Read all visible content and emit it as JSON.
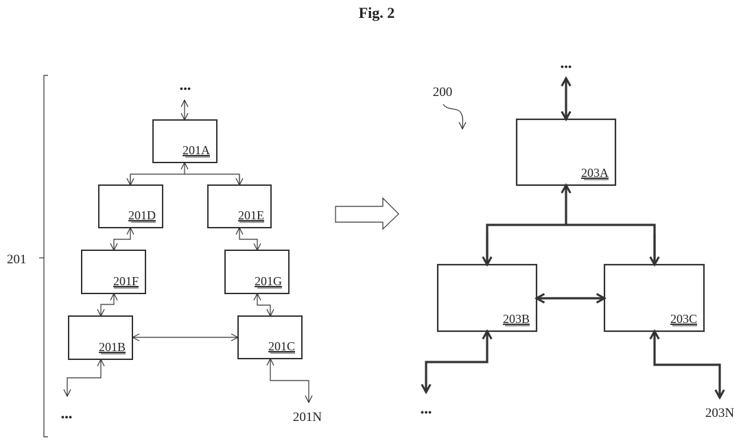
{
  "title": "Fig. 2",
  "left_group": {
    "bracket_label": "201",
    "top_ellipsis": "•••",
    "bottom_ellipsis": "•••",
    "end_label": "201N",
    "blocks": [
      {
        "id": "201A",
        "label": "201A"
      },
      {
        "id": "201D",
        "label": "201D"
      },
      {
        "id": "201E",
        "label": "201E"
      },
      {
        "id": "201F",
        "label": "201F"
      },
      {
        "id": "201G",
        "label": "201G"
      },
      {
        "id": "201B",
        "label": "201B"
      },
      {
        "id": "201C",
        "label": "201C"
      }
    ],
    "connections": [
      {
        "from": "top",
        "to": "201A",
        "type": "bidirectional"
      },
      {
        "from": "201A",
        "to": "201D",
        "type": "bidirectional"
      },
      {
        "from": "201A",
        "to": "201E",
        "type": "bidirectional"
      },
      {
        "from": "201D",
        "to": "201F",
        "type": "bidirectional"
      },
      {
        "from": "201E",
        "to": "201G",
        "type": "bidirectional"
      },
      {
        "from": "201F",
        "to": "201B",
        "type": "bidirectional"
      },
      {
        "from": "201G",
        "to": "201C",
        "type": "bidirectional"
      },
      {
        "from": "201B",
        "to": "201C",
        "type": "bidirectional"
      },
      {
        "from": "201B",
        "to": "bottom-ellipsis",
        "type": "bidirectional"
      },
      {
        "from": "201C",
        "to": "201N",
        "type": "bidirectional"
      }
    ]
  },
  "transform_arrow": "right-arrow-icon",
  "right_group": {
    "reference_label": "200",
    "top_ellipsis": "•••",
    "bottom_ellipsis": "•••",
    "end_label": "203N",
    "blocks": [
      {
        "id": "203A",
        "label": "203A"
      },
      {
        "id": "203B",
        "label": "203B"
      },
      {
        "id": "203C",
        "label": "203C"
      }
    ],
    "connections": [
      {
        "from": "top",
        "to": "203A",
        "type": "bidirectional"
      },
      {
        "from": "203A",
        "to": "203B",
        "type": "bidirectional"
      },
      {
        "from": "203A",
        "to": "203C",
        "type": "bidirectional"
      },
      {
        "from": "203B",
        "to": "203C",
        "type": "bidirectional"
      },
      {
        "from": "203B",
        "to": "bottom-ellipsis",
        "type": "bidirectional"
      },
      {
        "from": "203C",
        "to": "203N",
        "type": "bidirectional"
      }
    ]
  }
}
